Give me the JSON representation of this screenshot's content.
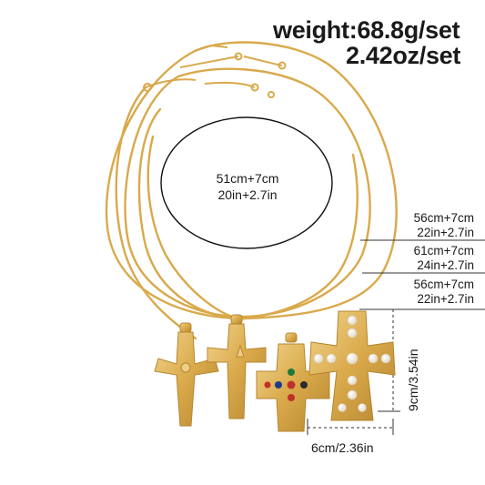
{
  "spec": {
    "weight_line": "weight:68.8g/set",
    "weight_line2": "2.42oz/set"
  },
  "inner_ring": {
    "line1": "51cm+7cm",
    "line2": "20in+2.7in"
  },
  "necklaces": [
    {
      "line1": "56cm+7cm",
      "line2": "22in+2.7in"
    },
    {
      "line1": "61cm+7cm",
      "line2": "24in+2.7in"
    },
    {
      "line1": "56cm+7cm",
      "line2": "22in+2.7in"
    }
  ],
  "pendant": {
    "height": "9cm/3.54in",
    "width": "6cm/2.36in"
  },
  "colors": {
    "gold": "#d9a94a",
    "gold_dark": "#b58630",
    "gold_light": "#efce84",
    "pearl": "#f6efe6",
    "text": "#1a1a1a"
  }
}
